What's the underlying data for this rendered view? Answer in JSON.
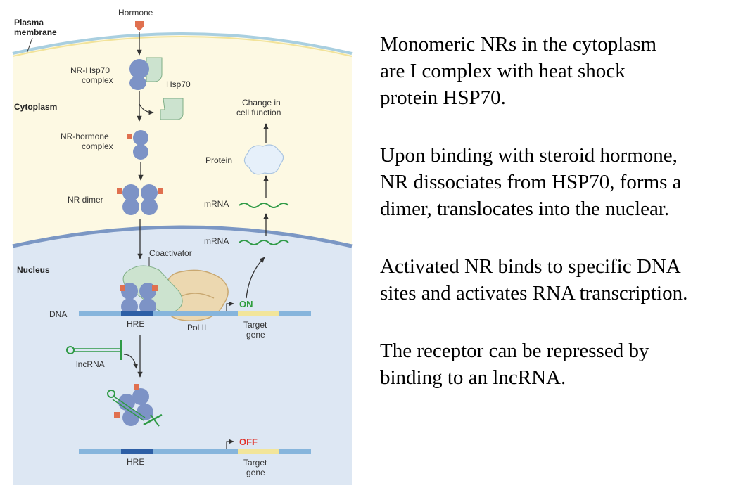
{
  "diagram": {
    "labels": {
      "plasma_membrane_line1": "Plasma",
      "plasma_membrane_line2": "membrane",
      "hormone": "Hormone",
      "nr_hsp70_line1": "NR-Hsp70",
      "nr_hsp70_line2": "complex",
      "hsp70": "Hsp70",
      "cytoplasm": "Cytoplasm",
      "change_line1": "Change in",
      "change_line2": "cell function",
      "nr_hormone_line1": "NR-hormone",
      "nr_hormone_line2": "complex",
      "protein": "Protein",
      "nr_dimer": "NR dimer",
      "mrna_cyto": "mRNA",
      "mrna_nuc": "mRNA",
      "coactivator": "Coactivator",
      "nucleus": "Nucleus",
      "dna": "DNA",
      "on": "ON",
      "hre_top": "HRE",
      "pol2": "Pol II",
      "target_top_line1": "Target",
      "target_top_line2": "gene",
      "lncrna": "lncRNA",
      "off": "OFF",
      "hre_bottom": "HRE",
      "target_bottom_line1": "Target",
      "target_bottom_line2": "gene"
    },
    "colors": {
      "cytoplasm": "#fdf9e3",
      "nucleus": "#dde7f3",
      "receptor": "#7d93c6",
      "hsp70": "#cce3cf",
      "hormone": "#e0704f",
      "dna": "#86b5dc",
      "hre": "#2d5fa6",
      "target_gene": "#f2e59a",
      "mrna": "#2f9a46",
      "pol2": "#ecd8b0"
    }
  },
  "text": {
    "p1": [
      "Monomeric NRs in the cytoplasm",
      "are I complex with heat shock",
      "protein HSP70."
    ],
    "p2": [
      "Upon binding with steroid hormone,",
      "NR dissociates from HSP70, forms a",
      "dimer, translocates into the nuclear."
    ],
    "p3": [
      "Activated NR binds to specific DNA",
      "sites and activates RNA transcription."
    ],
    "p4": [
      "The receptor can be repressed by",
      "binding to an lncRNA."
    ]
  }
}
